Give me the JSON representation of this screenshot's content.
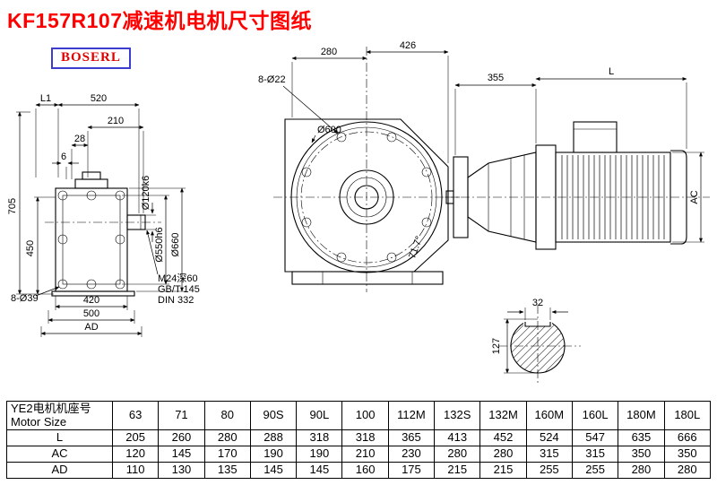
{
  "page": {
    "title": "KF157R107减速机电机尺寸图纸",
    "brand": "BOSERL"
  },
  "drawing": {
    "left": {
      "l1": "L1",
      "w520": "520",
      "w210": "210",
      "w28": "28",
      "w6": "6",
      "h705": "705",
      "h450": "450",
      "w420": "420",
      "w500": "500",
      "ad": "AD",
      "holes": "8-Ø39",
      "shaft_dia": "Ø120k6",
      "spigot_dia": "Ø550h6",
      "flange_dia": "Ø660",
      "tap_line1": "M24深60",
      "tap_line2": "GB/T 145",
      "tap_line3": "DIN 332"
    },
    "front": {
      "w280": "280",
      "w426": "426",
      "holes": "8-Ø22",
      "dia": "Ø600",
      "angle": "71.7°"
    },
    "motor": {
      "w355": "355",
      "l": "L",
      "ac": "AC"
    },
    "section": {
      "w32": "32",
      "d127": "127"
    }
  },
  "table": {
    "header_cn": "YE2电机机座号",
    "header_en": "Motor Size",
    "sizes": [
      "63",
      "71",
      "80",
      "90S",
      "90L",
      "100",
      "112M",
      "132S",
      "132M",
      "160M",
      "160L",
      "180M",
      "180L"
    ],
    "rows": [
      {
        "label": "L",
        "values": [
          "205",
          "260",
          "280",
          "288",
          "318",
          "318",
          "365",
          "413",
          "452",
          "524",
          "547",
          "635",
          "666"
        ]
      },
      {
        "label": "AC",
        "values": [
          "120",
          "145",
          "170",
          "190",
          "190",
          "210",
          "230",
          "280",
          "280",
          "315",
          "315",
          "350",
          "350"
        ]
      },
      {
        "label": "AD",
        "values": [
          "110",
          "130",
          "135",
          "145",
          "145",
          "160",
          "175",
          "215",
          "215",
          "255",
          "255",
          "280",
          "280"
        ]
      }
    ]
  }
}
